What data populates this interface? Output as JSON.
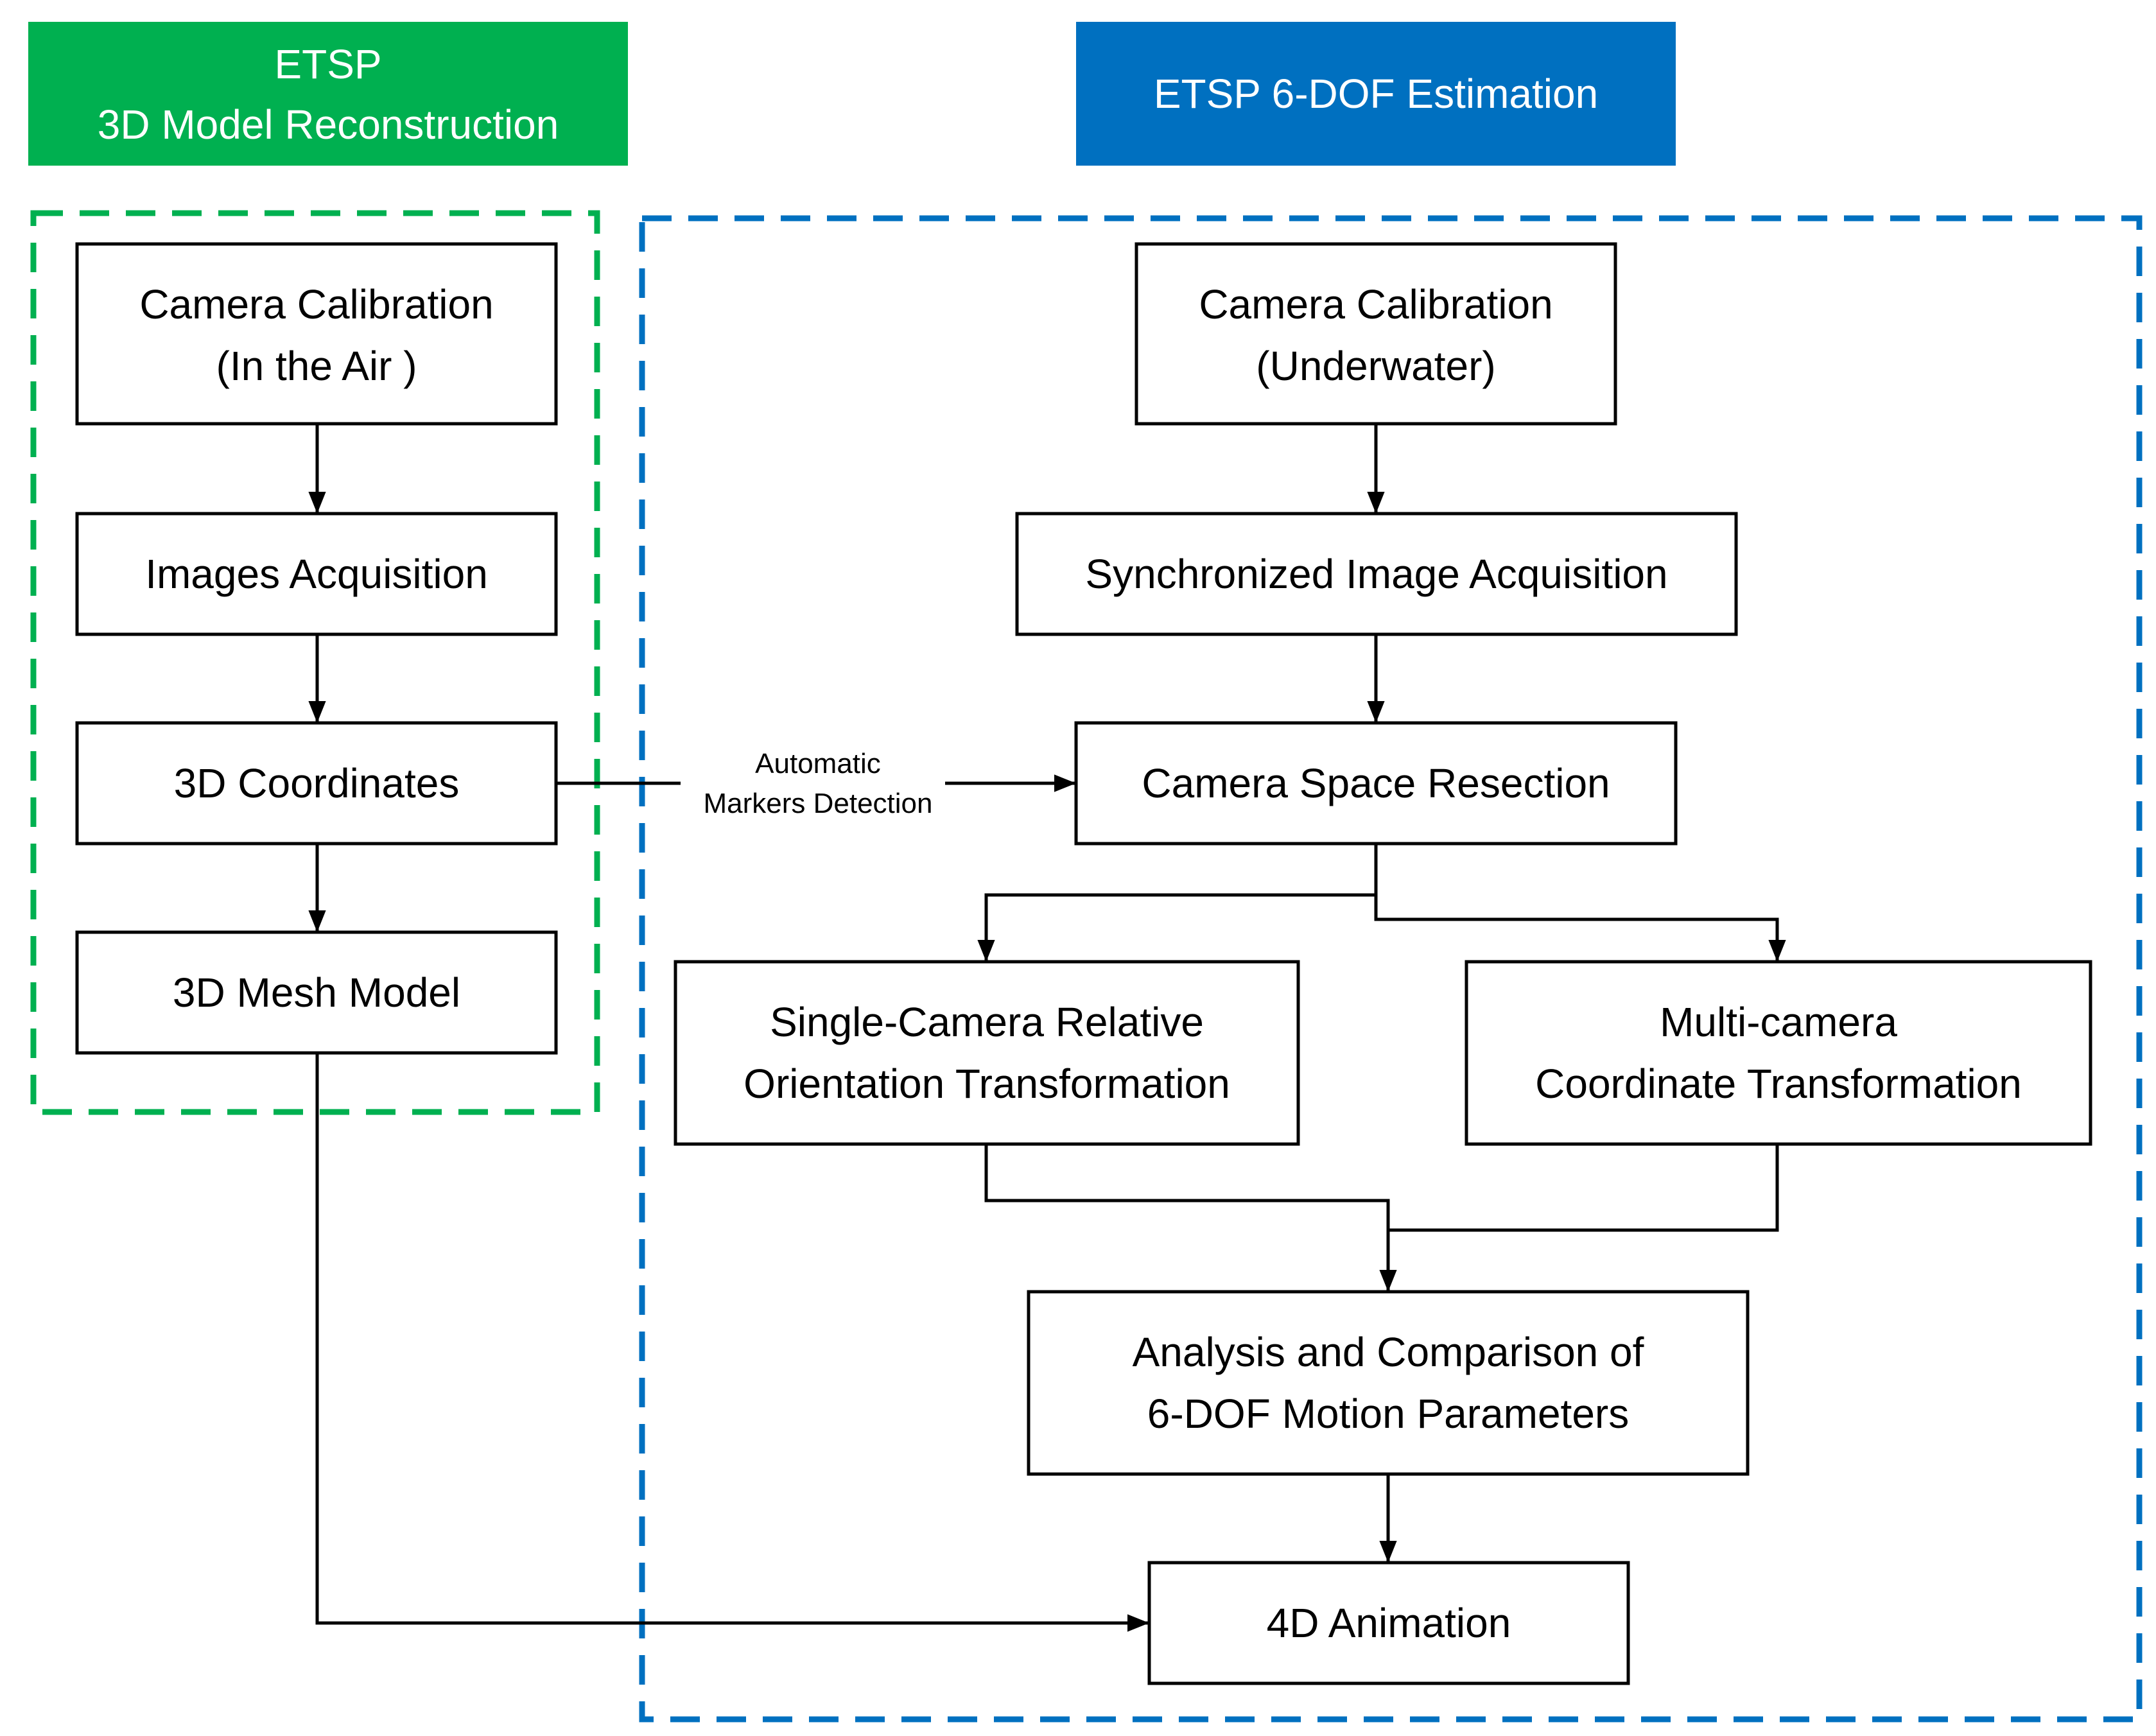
{
  "colors": {
    "green": "#00b050",
    "blue": "#0070c0",
    "line": "#000000"
  },
  "headers": {
    "left": {
      "line1": "ETSP",
      "line2": "3D Model Reconstruction"
    },
    "right": {
      "line1": "ETSP 6-DOF Estimation"
    }
  },
  "left_group": {
    "camera_calibration": {
      "line1": "Camera Calibration",
      "line2": "(In the Air )"
    },
    "images_acquisition": {
      "line1": "Images Acquisition"
    },
    "coordinates_3d": {
      "line1": "3D Coordinates"
    },
    "mesh_model": {
      "line1": "3D Mesh Model"
    }
  },
  "right_group": {
    "camera_calibration": {
      "line1": "Camera Calibration",
      "line2": "(Underwater)"
    },
    "sync_acquisition": {
      "line1": "Synchronized Image Acquisition"
    },
    "space_resection": {
      "line1": "Camera Space Resection"
    },
    "single_camera": {
      "line1": "Single-Camera Relative",
      "line2": "Orientation Transformation"
    },
    "multi_camera": {
      "line1": "Multi-camera",
      "line2": "Coordinate Transformation"
    },
    "analysis": {
      "line1": "Analysis and Comparison of",
      "line2": "6-DOF Motion Parameters"
    },
    "animation": {
      "line1": "4D Animation"
    }
  },
  "edge_label": {
    "line1": "Automatic",
    "line2": "Markers Detection"
  }
}
